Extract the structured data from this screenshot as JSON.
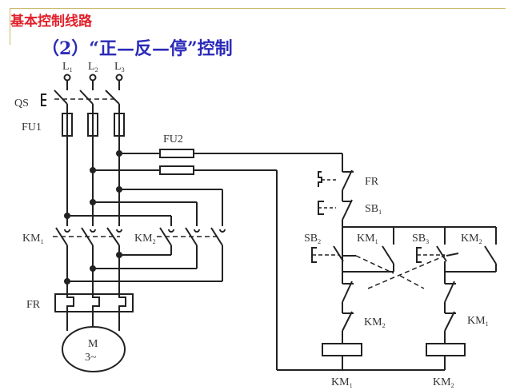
{
  "header": {
    "section_title": "基本控制线路",
    "subtitle": "（2）“正—反—停”控制"
  },
  "diagram": {
    "type": "electrical-schematic",
    "main_circuit": {
      "phases": [
        {
          "label": "L",
          "sub": "1"
        },
        {
          "label": "L",
          "sub": "2"
        },
        {
          "label": "L",
          "sub": "3"
        }
      ],
      "switch_label": "QS",
      "fuse_label": "FU1",
      "contactor1_label": "KM",
      "contactor1_sub": "1",
      "contactor2_label": "KM",
      "contactor2_sub": "2",
      "overload_label": "FR",
      "motor_label": "M",
      "motor_sub": "3~"
    },
    "control_circuit": {
      "fuse_label": "FU2",
      "overload_contact_label": "FR",
      "stop_button_label": "SB",
      "stop_button_sub": "1",
      "forward_button_label": "SB",
      "forward_button_sub": "2",
      "forward_hold_label": "KM",
      "forward_hold_sub": "1",
      "reverse_button_label": "SB",
      "reverse_button_sub": "3",
      "reverse_hold_label": "KM",
      "reverse_hold_sub": "2",
      "interlock1_label": "KM",
      "interlock1_sub": "2",
      "interlock2_label": "KM",
      "interlock2_sub": "1",
      "coil1_label": "KM",
      "coil1_sub": "1",
      "coil2_label": "KM",
      "coil2_sub": "2"
    }
  }
}
